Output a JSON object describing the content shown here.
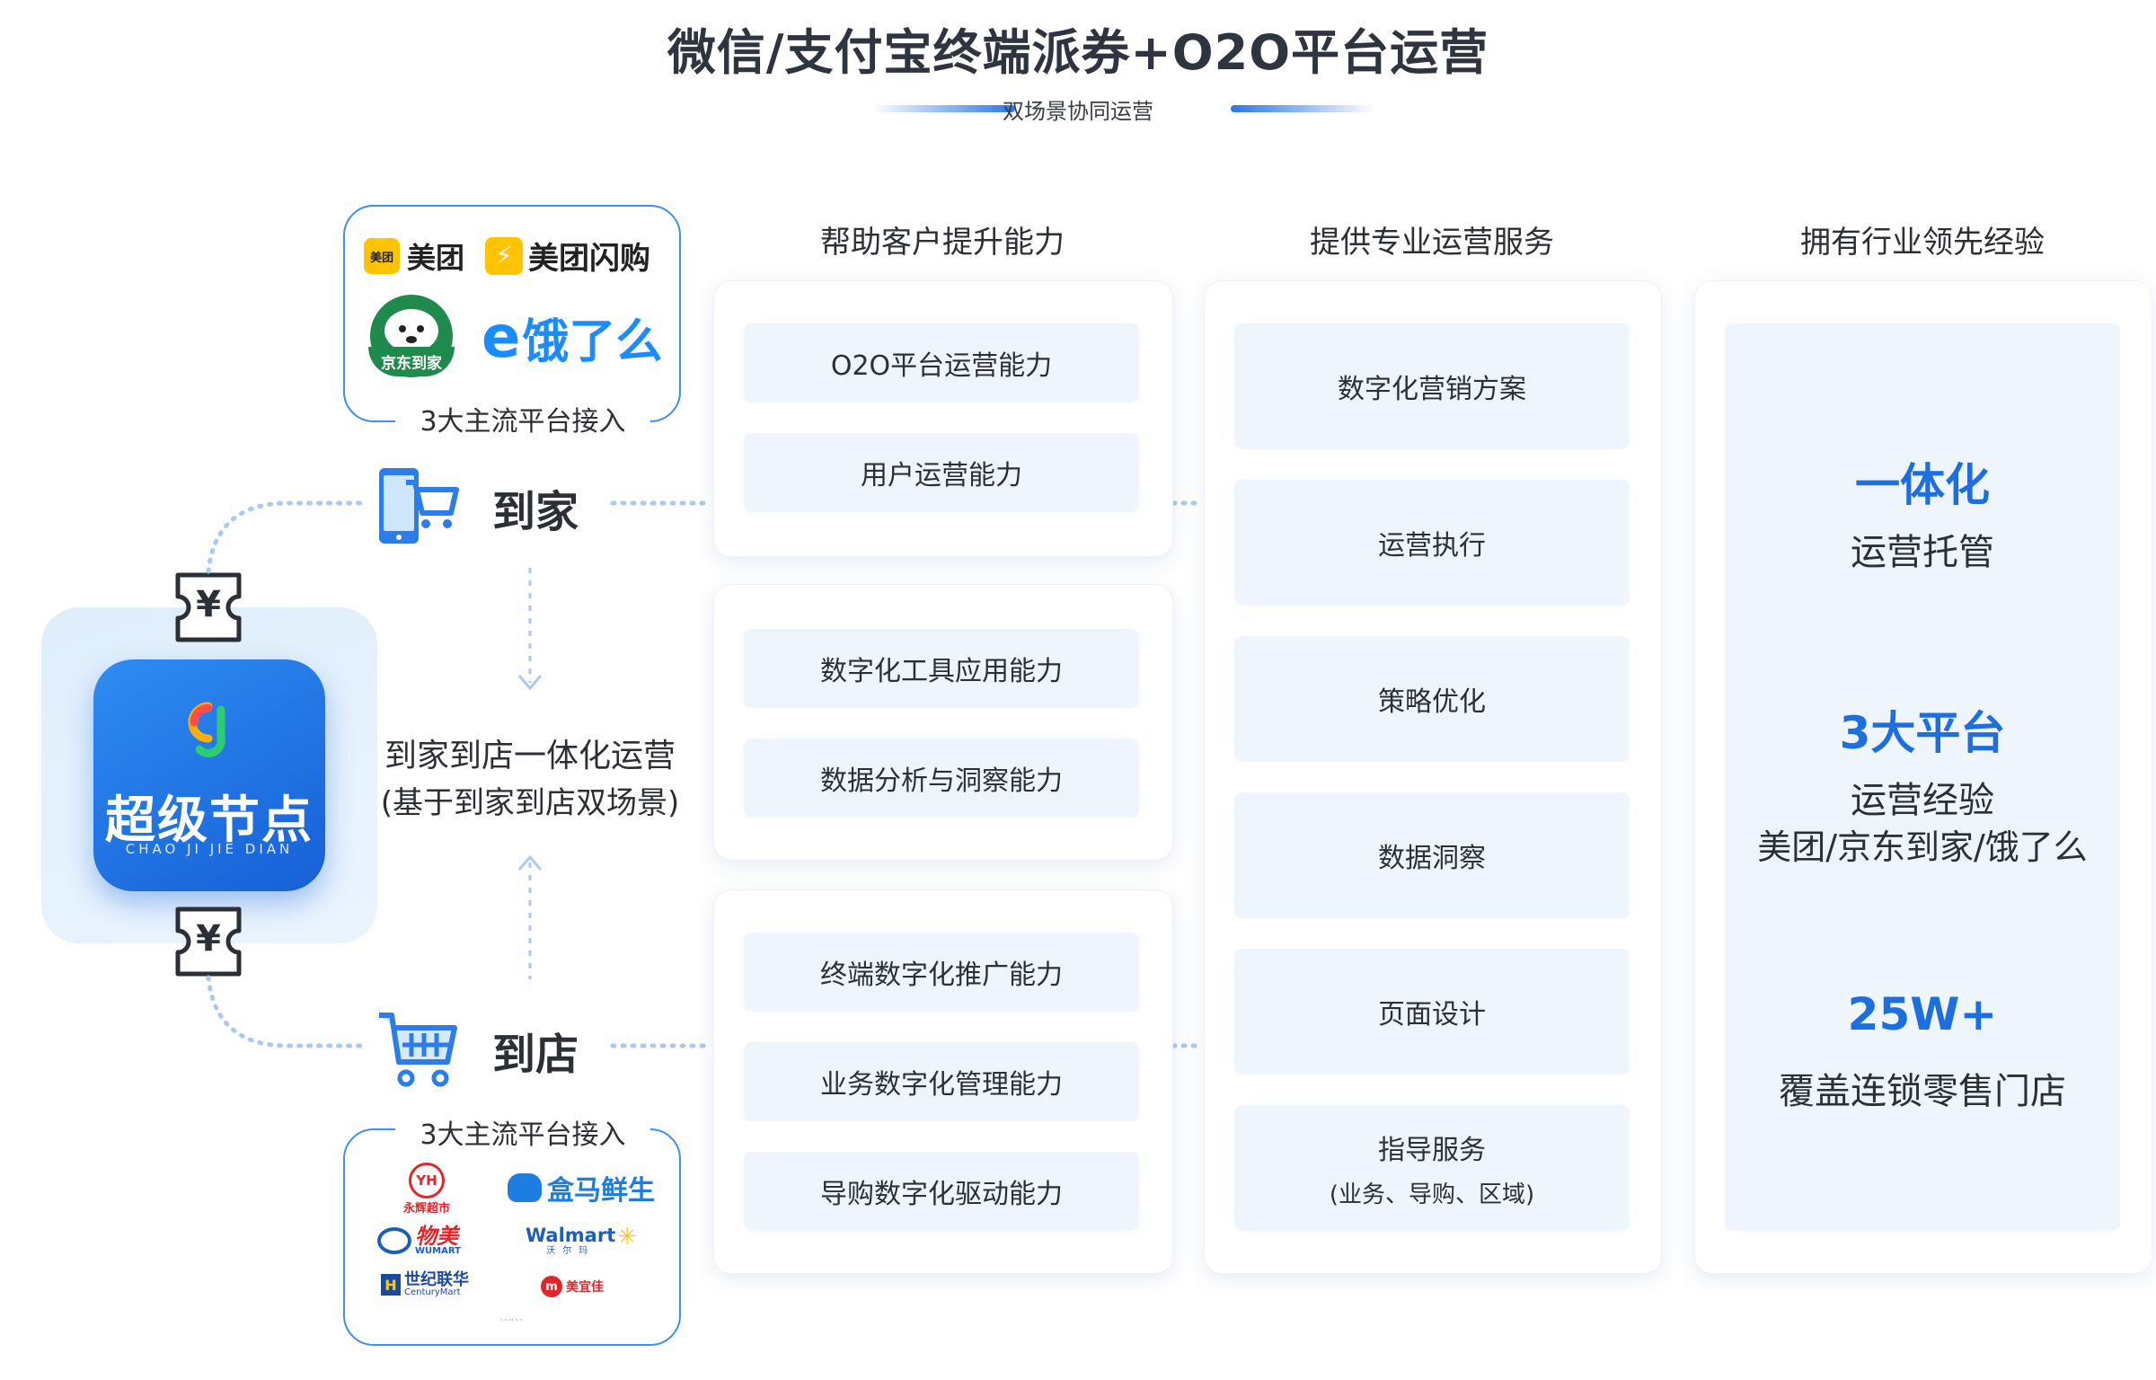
{
  "header": {
    "title": "微信/支付宝终端派券+O2O平台运营",
    "subtitle": "双场景协同运营"
  },
  "center_brand": {
    "name": "超级节点",
    "pinyin": "CHAO JI JIE DIAN",
    "symbol": "¥"
  },
  "home": {
    "label": "到家",
    "caption": "3大主流平台接入",
    "platforms": [
      "美团",
      "美团闪购",
      "京东到家",
      "饿了么"
    ],
    "logo_badge": "美团"
  },
  "store": {
    "label": "到店",
    "caption": "3大主流平台接入",
    "platforms": [
      {
        "name": "永辉超市",
        "abbr": "YH"
      },
      {
        "name": "盒马鲜生"
      },
      {
        "name": "物美",
        "en": "WUMART"
      },
      {
        "name": "Walmart",
        "cn": "沃尔玛"
      },
      {
        "name": "世纪联华",
        "en": "CenturyMart"
      },
      {
        "name": "美宜佳"
      }
    ],
    "more": "……"
  },
  "middle_text": {
    "line1": "到家到店一体化运营",
    "line2": "(基于到家到店双场景)"
  },
  "columns": {
    "col1": {
      "heading": "帮助客户提升能力",
      "groups": [
        [
          "O2O平台运营能力",
          "用户运营能力"
        ],
        [
          "数字化工具应用能力",
          "数据分析与洞察能力"
        ],
        [
          "终端数字化推广能力",
          "业务数字化管理能力",
          "导购数字化驱动能力"
        ]
      ]
    },
    "col2": {
      "heading": "提供专业运营服务",
      "items": [
        {
          "label": "数字化营销方案"
        },
        {
          "label": "运营执行"
        },
        {
          "label": "策略优化"
        },
        {
          "label": "数据洞察"
        },
        {
          "label": "页面设计"
        },
        {
          "label": "指导服务",
          "sub": "(业务、导购、区域)"
        }
      ]
    },
    "col3": {
      "heading": "拥有行业领先经验",
      "blocks": [
        {
          "highlight": "一体化",
          "text": "运营托管"
        },
        {
          "highlight": "3大平台",
          "text": "运营经验",
          "extra": "美团/京东到家/饿了么"
        },
        {
          "highlight": "25W+",
          "text": "覆盖连锁零售门店"
        }
      ]
    }
  },
  "colors": {
    "accent": "#1d6fe0",
    "pill_bg": "#eef5fd",
    "box_border": "#3d8ef0"
  }
}
